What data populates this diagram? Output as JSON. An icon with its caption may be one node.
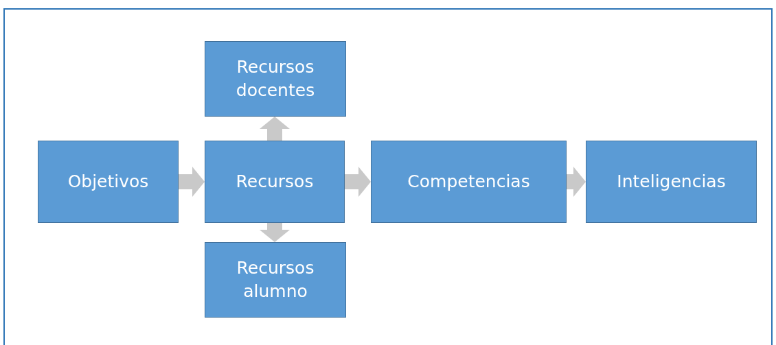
{
  "diagram": {
    "nodes": [
      {
        "text": [
          "Recursos docentes"
        ]
      },
      {
        "text": [
          "Objetivos"
        ]
      },
      {
        "text": [
          "Recursos"
        ]
      },
      {
        "text": [
          "Competencias"
        ]
      },
      {
        "text": [
          "Inteligencias"
        ]
      },
      {
        "text": [
          "Recursos alumno"
        ]
      }
    ],
    "edges": [
      {
        "from": 1,
        "to": 2,
        "arrow": "to"
      },
      {
        "from": 2,
        "to": 0,
        "arrow": "to"
      },
      {
        "from": 2,
        "to": 5,
        "arrow": "to"
      },
      {
        "from": 2,
        "to": 3,
        "arrow": "to"
      },
      {
        "from": 3,
        "to": 4,
        "arrow": "to"
      }
    ]
  }
}
